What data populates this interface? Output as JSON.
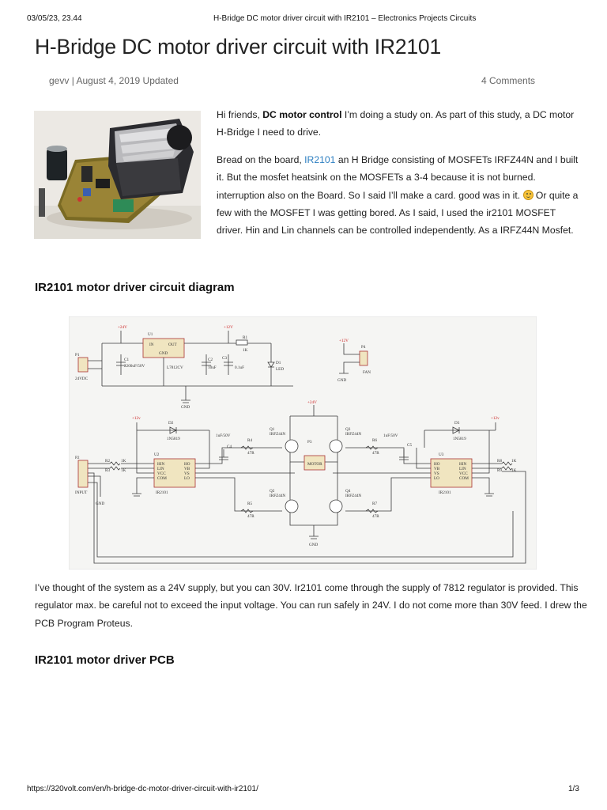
{
  "print_header": {
    "date": "03/05/23, 23.44",
    "title": "H-Bridge DC motor driver circuit with IR2101 – Electronics Projects Circuits"
  },
  "article": {
    "title": "H-Bridge DC motor driver circuit with IR2101",
    "author": "gevv",
    "date_updated": "| August 4, 2019 Updated",
    "comments": "4 Comments",
    "intro_p1_start": "Hi friends, ",
    "intro_p1_bold": "DC motor control",
    "intro_p1_end": " I’m doing a study on. As part of this study, a DC motor H-Bridge I need to drive.",
    "intro_p2_start": "Bread on the board, ",
    "intro_p2_link": "IR2101",
    "intro_p2_mid": " an H Bridge consisting of MOSFETs IRFZ44N and I built it. But the mosfet heatsink on the MOSFETs a 3-4 because it is not burned. interruption also on the Board. So I said I’ll make a card. good was in it. ",
    "intro_p2_end": " Or quite a few with the MOSFET I was getting bored. As I said, I used the ir2101 MOSFET driver. Hin and Lin channels can be controlled independently. As a IRFZ44N Mosfet.",
    "section1_heading": "IR2101 motor driver circuit diagram",
    "body_p3": "I’ve thought of the system as a 24V supply, but you can 30V. Ir2101 come through the supply of 7812 regulator is provided. This regulator max. be careful not to exceed the input voltage. You can run safely in 24V. I do not come more than 30V feed. I drew the PCB Program Proteus.",
    "section2_heading": "IR2101 motor driver PCB"
  },
  "schematic": {
    "p1": "P1",
    "p1_label": "24VDC",
    "u1": "U1",
    "u1_in": "IN",
    "u1_out": "OUT",
    "u1_gnd": "GND",
    "u1_part": "L7812CV",
    "c1": "C1",
    "c1_val": "2200uF/50V",
    "c2": "C2",
    "c2_val": "10uF",
    "c3": "C3",
    "c3_val": "0.1uF",
    "r1": "R1",
    "r1_val": "1K",
    "d1": "D1",
    "d1_val": "LED",
    "v24": "+24V",
    "v12": "+12V",
    "v12b": "+12v",
    "gnd": "GND",
    "p4": "P4",
    "p4_label": "FAN",
    "d2": "D2",
    "d2_val": "1N5819",
    "d3": "D3",
    "d3_val": "1N5819",
    "c4": "C4",
    "c4_val": "1uF/50V",
    "c5": "C5",
    "c5_val": "1uF/50V",
    "q1": "Q1",
    "q2": "Q2",
    "q3": "Q3",
    "q4": "Q4",
    "mosfet": "IRFZ44N",
    "r4": "R4",
    "r5": "R5",
    "r6": "R6",
    "r7": "R7",
    "r_gate": "47R",
    "p3": "P3",
    "motor": "MOTOR",
    "p2": "P2",
    "p2_label": "INPUT",
    "r2": "R2",
    "r3": "R3",
    "r8": "R8",
    "r9": "R9",
    "r_in": "1K",
    "u2": "U2",
    "u3": "U3",
    "ic": "IR2101",
    "pin_hin": "HIN",
    "pin_lin": "LIN",
    "pin_vcc": "VCC",
    "pin_com": "COM",
    "pin_ho": "HO",
    "pin_vb": "VB",
    "pin_vs": "VS",
    "pin_lo": "LO"
  },
  "print_footer": {
    "url": "https://320volt.com/en/h-bridge-dc-motor-driver-circuit-with-ir2101/",
    "page": "1/3"
  }
}
